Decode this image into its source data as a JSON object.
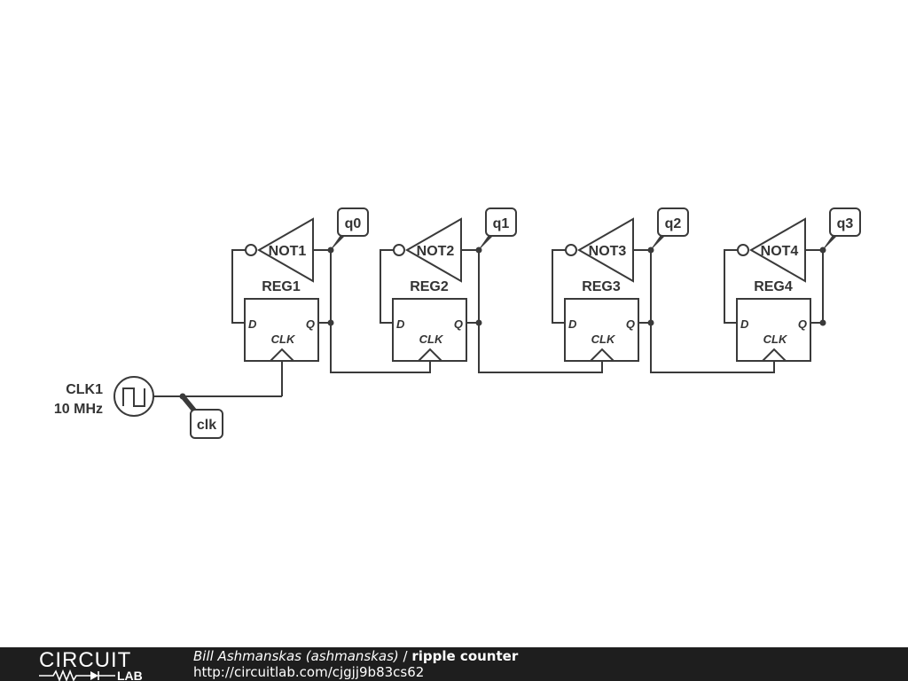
{
  "schematic": {
    "source": {
      "name": "CLK1",
      "value": "10 MHz",
      "net_label": "clk"
    },
    "stages": [
      {
        "inverter": "NOT1",
        "register": "REG1",
        "output_net": "q0"
      },
      {
        "inverter": "NOT2",
        "register": "REG2",
        "output_net": "q1"
      },
      {
        "inverter": "NOT3",
        "register": "REG3",
        "output_net": "q2"
      },
      {
        "inverter": "NOT4",
        "register": "REG4",
        "output_net": "q3"
      }
    ],
    "pins": {
      "d": "D",
      "q": "Q",
      "clk": "CLK"
    }
  },
  "footer": {
    "logo_top": "CIRCUIT",
    "logo_bottom": "LAB",
    "author": "Bill Ashmanskas (ashmanskas)",
    "separator": " / ",
    "title": "ripple counter",
    "url": "http://circuitlab.com/cjgjj9b83cs62"
  }
}
